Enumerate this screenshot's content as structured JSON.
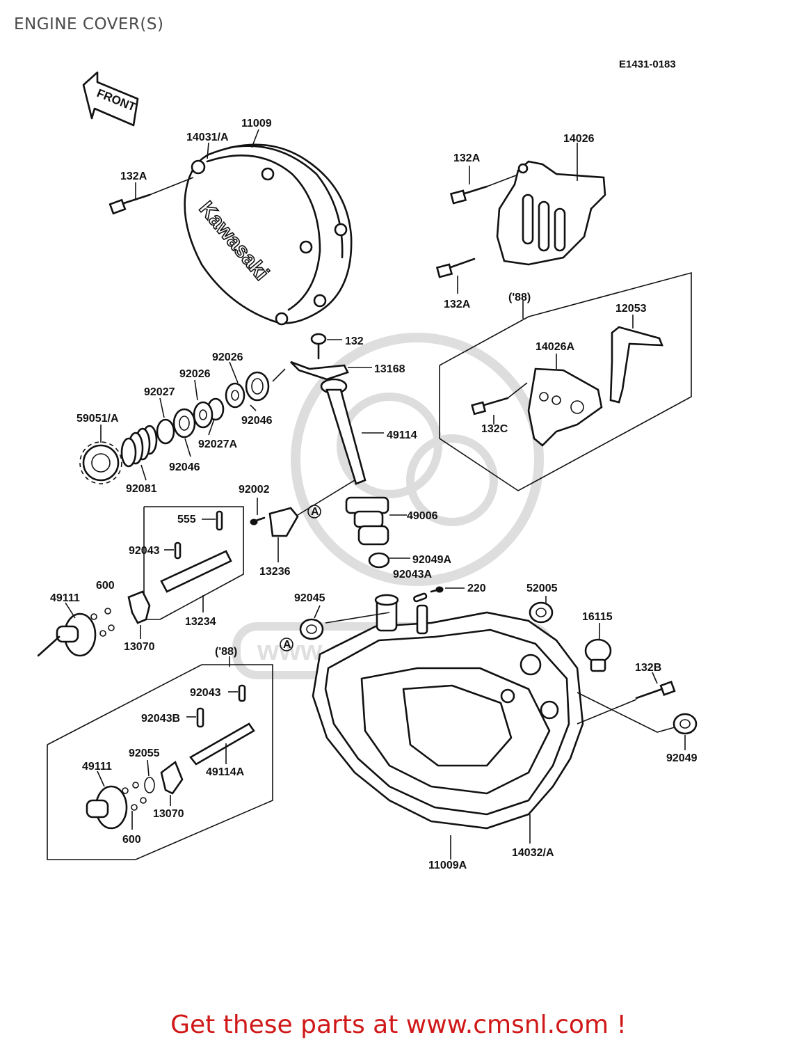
{
  "page_title": "ENGINE COVER(S)",
  "drawing_code": "E1431-0183",
  "front_label": "FRONT",
  "cover_logo": "Kawasaki",
  "year_88_top": "('88)",
  "year_88_bottom": "('88)",
  "watermark": "www.cmsnl.com",
  "promo": "Get these parts at www.cmsnl.com !",
  "ref_a": "A",
  "parts": {
    "p11009": "11009",
    "p14031a": "14031/A",
    "p132a_left": "132A",
    "p132a_top": "132A",
    "p14026": "14026",
    "p132a_mid": "132A",
    "p12053": "12053",
    "p14026a": "14026A",
    "p132c": "132C",
    "p132": "132",
    "p13168": "13168",
    "p92026_a": "92026",
    "p92026_b": "92026",
    "p92027": "92027",
    "p92046_a": "92046",
    "p59051a": "59051/A",
    "p92027a": "92027A",
    "p92046_b": "92046",
    "p92081": "92081",
    "p49114": "49114",
    "p92002": "92002",
    "p555": "555",
    "p49006": "49006",
    "p92043_a": "92043",
    "p92049a": "92049A",
    "p13236": "13236",
    "p92043a": "92043A",
    "p600_a": "600",
    "p49111_a": "49111",
    "p220": "220",
    "p52005": "52005",
    "p92045": "92045",
    "p16115": "16115",
    "p13070_a": "13070",
    "p13234": "13234",
    "p92043_b": "92043",
    "p132b": "132B",
    "p92043b": "92043B",
    "p92049": "92049",
    "p92055": "92055",
    "p49111_b": "49111",
    "p49114a": "49114A",
    "p13070_b": "13070",
    "p600_b": "600",
    "p14032a": "14032/A",
    "p11009a": "11009A"
  }
}
